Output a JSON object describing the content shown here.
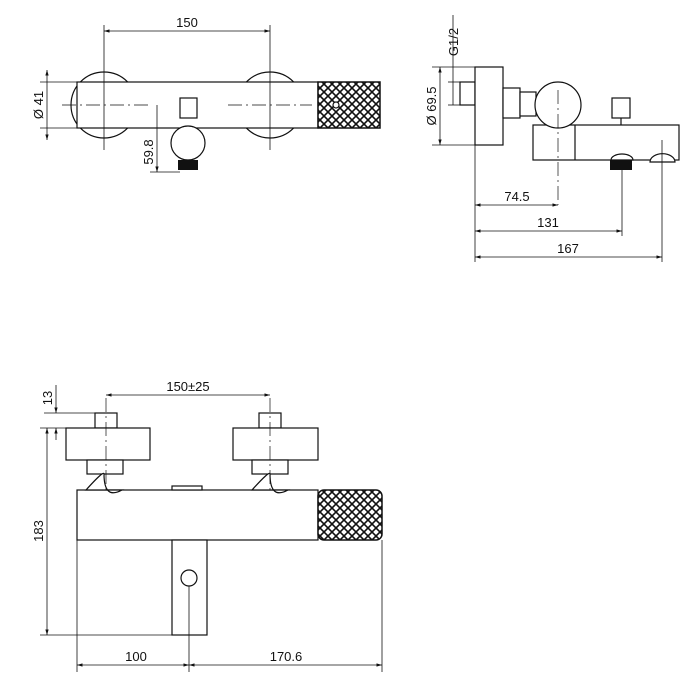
{
  "title": "Thermostatic bath/shower mixer dimensional drawing",
  "top_view": {
    "dim_spacing": "150",
    "dim_diameter": "Ø 41",
    "dim_outlet": "59.8"
  },
  "side_view": {
    "dim_thread": "G1/2",
    "dim_plate": "Ø 69.5",
    "dim_axis": "74.5",
    "dim_outlet": "131",
    "dim_spout": "167"
  },
  "front_view": {
    "dim_stub": "13",
    "dim_spacing": "150±25",
    "dim_height": "183",
    "dim_left": "100",
    "dim_right": "170.6"
  }
}
